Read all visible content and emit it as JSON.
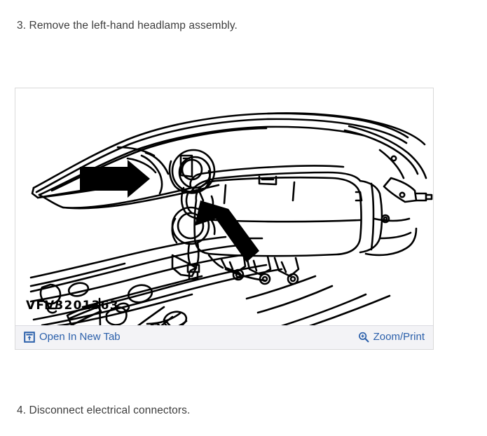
{
  "document": {
    "steps": [
      {
        "id": "step-3",
        "text": "3. Remove the left-hand headlamp assembly."
      },
      {
        "id": "step-4",
        "text": "4. Disconnect electrical connectors."
      }
    ]
  },
  "figure": {
    "code_label": "VFV3201363",
    "description": "Line drawing of vehicle engine bay showing left-hand headlamp assembly with two solid black pointer arrows",
    "line_color": "#000000",
    "background_color": "#ffffff",
    "arrows": [
      {
        "name": "arrow-headlamp-bracket",
        "direction": "right"
      },
      {
        "name": "arrow-electrical-connectors",
        "direction": "up-left"
      }
    ]
  },
  "viewer": {
    "toolbar": {
      "open_new_tab": {
        "label": "Open In New Tab",
        "icon": "open-in-new-tab-icon"
      },
      "zoom_print": {
        "label": "Zoom/Print",
        "icon": "magnifier-plus-icon"
      },
      "link_color": "#2a5faa",
      "background_color": "#f3f3f6"
    },
    "border_color": "#d9d9d9"
  }
}
